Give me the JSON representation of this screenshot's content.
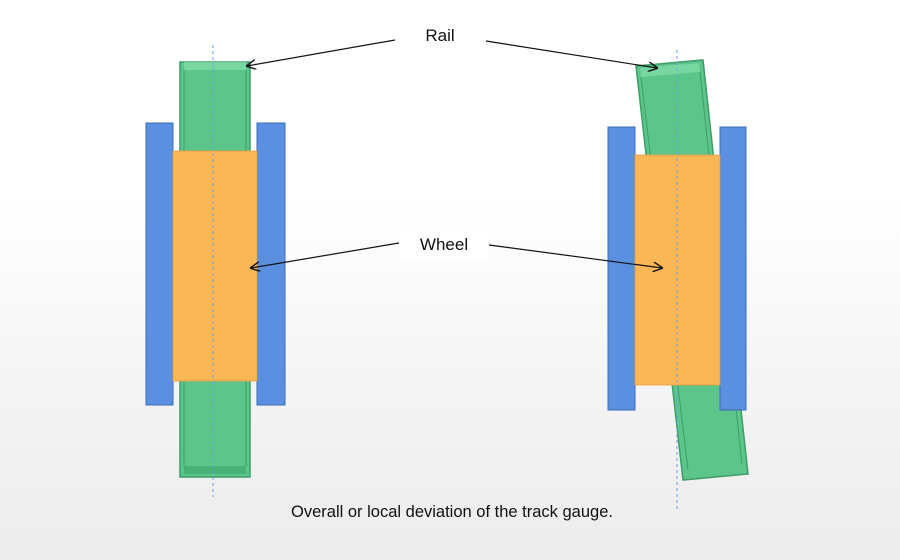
{
  "labels": {
    "rail": "Rail",
    "wheel": "Wheel"
  },
  "caption": "Overall or local deviation of the track gauge.",
  "colors": {
    "rail_fill": "#5cc58a",
    "rail_edge": "#3e9e68",
    "flange_fill": "#5b8fdf",
    "flange_edge": "#3a6cb8",
    "wheel_fill": "#fbb655",
    "centerline": "#6aa0e6",
    "arrow": "#111111"
  },
  "icons": [
    "arrow-head"
  ]
}
